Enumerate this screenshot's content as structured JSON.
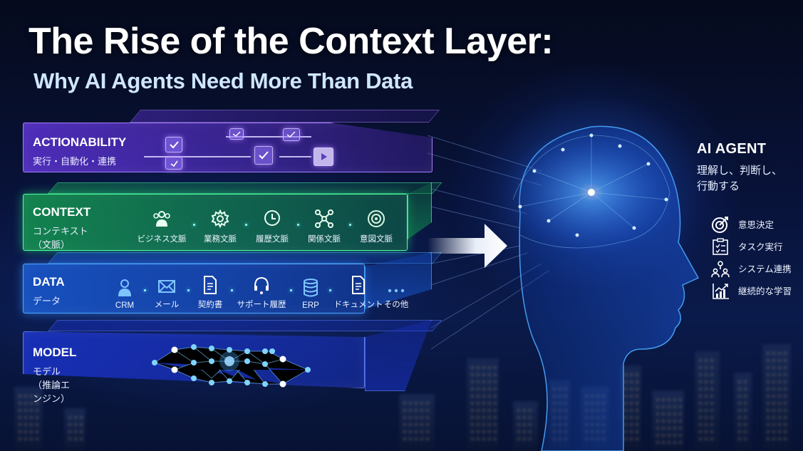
{
  "header": {
    "title": "The Rise of the Context Layer:",
    "subtitle": "Why AI Agents Need More Than Data"
  },
  "colors": {
    "background": "#08133a",
    "actionability": "#6a3fe0",
    "context": "#1fbf6a",
    "data": "#1f6fe0",
    "model": "#1e3fc8",
    "subtitle": "#cfe6ff"
  },
  "layers": {
    "actionability": {
      "title": "ACTIONABILITY",
      "subtitle": "実行・自動化・連携",
      "icons": [
        "check-box-icon",
        "approval-icon",
        "check-box-icon",
        "check-box-icon",
        "check-box-icon",
        "play-icon"
      ]
    },
    "context": {
      "title": "CONTEXT",
      "subtitle": "コンテキスト（文脈）",
      "items": [
        {
          "icon": "people-icon",
          "label": "ビジネス文脈"
        },
        {
          "icon": "gear-icon",
          "label": "業務文脈"
        },
        {
          "icon": "clock-icon",
          "label": "履歴文脈"
        },
        {
          "icon": "network-icon",
          "label": "関係文脈"
        },
        {
          "icon": "target-icon",
          "label": "意図文脈"
        }
      ]
    },
    "data": {
      "title": "DATA",
      "subtitle": "データ",
      "items": [
        {
          "icon": "person-icon",
          "label": "CRM"
        },
        {
          "icon": "mail-icon",
          "label": "メール"
        },
        {
          "icon": "document-icon",
          "label": "契約書"
        },
        {
          "icon": "headset-icon",
          "label": "サポート履歴"
        },
        {
          "icon": "database-icon",
          "label": "ERP"
        },
        {
          "icon": "document-icon",
          "label": "ドキュメント"
        },
        {
          "icon": "more-icon",
          "label": "その他"
        }
      ]
    },
    "model": {
      "title": "MODEL",
      "subtitle": "モデル（推論エンジン）",
      "icon": "neural-network-icon"
    }
  },
  "agent": {
    "title": "AI AGENT",
    "description_line1": "理解し、判断し、",
    "description_line2": "行動する",
    "capabilities": [
      {
        "icon": "target-icon",
        "label": "意思決定"
      },
      {
        "icon": "checklist-icon",
        "label": "タスク実行"
      },
      {
        "icon": "team-icon",
        "label": "システム連携"
      },
      {
        "icon": "growth-chart-icon",
        "label": "継続的な学習"
      }
    ]
  }
}
